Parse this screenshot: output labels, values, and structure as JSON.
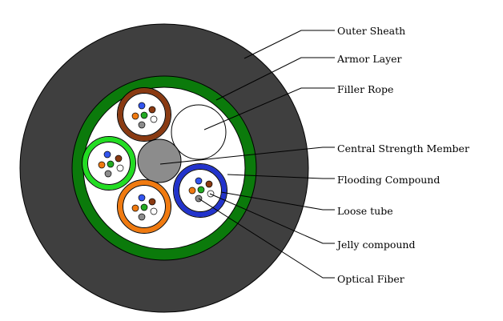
{
  "labels": {
    "outer_sheath": "Outer Sheath",
    "armor_layer": "Armor Layer",
    "filler_rope": "Filler Rope",
    "central_strength_member": "Central Strength Member",
    "flooding_compound": "Flooding Compound",
    "loose_tube": "Loose tube",
    "jelly_compound": "Jelly compound",
    "optical_fiber": "Optical Fiber"
  },
  "colors": {
    "outer_sheath": "#3f3f3f",
    "armor_layer": "#0b7a0b",
    "interior": "#ffffff",
    "central_strength_member": "#8c8c8c",
    "tube_brown": "#8a3a12",
    "tube_green": "#22dd22",
    "tube_orange": "#f07a10",
    "tube_blue": "#2233cc",
    "fiber_blue": "#3355ee",
    "fiber_brown": "#8a3a12",
    "fiber_orange": "#f07a10",
    "fiber_green": "#22aa22",
    "fiber_gray": "#8c8c8c",
    "fiber_white": "#ffffff"
  }
}
